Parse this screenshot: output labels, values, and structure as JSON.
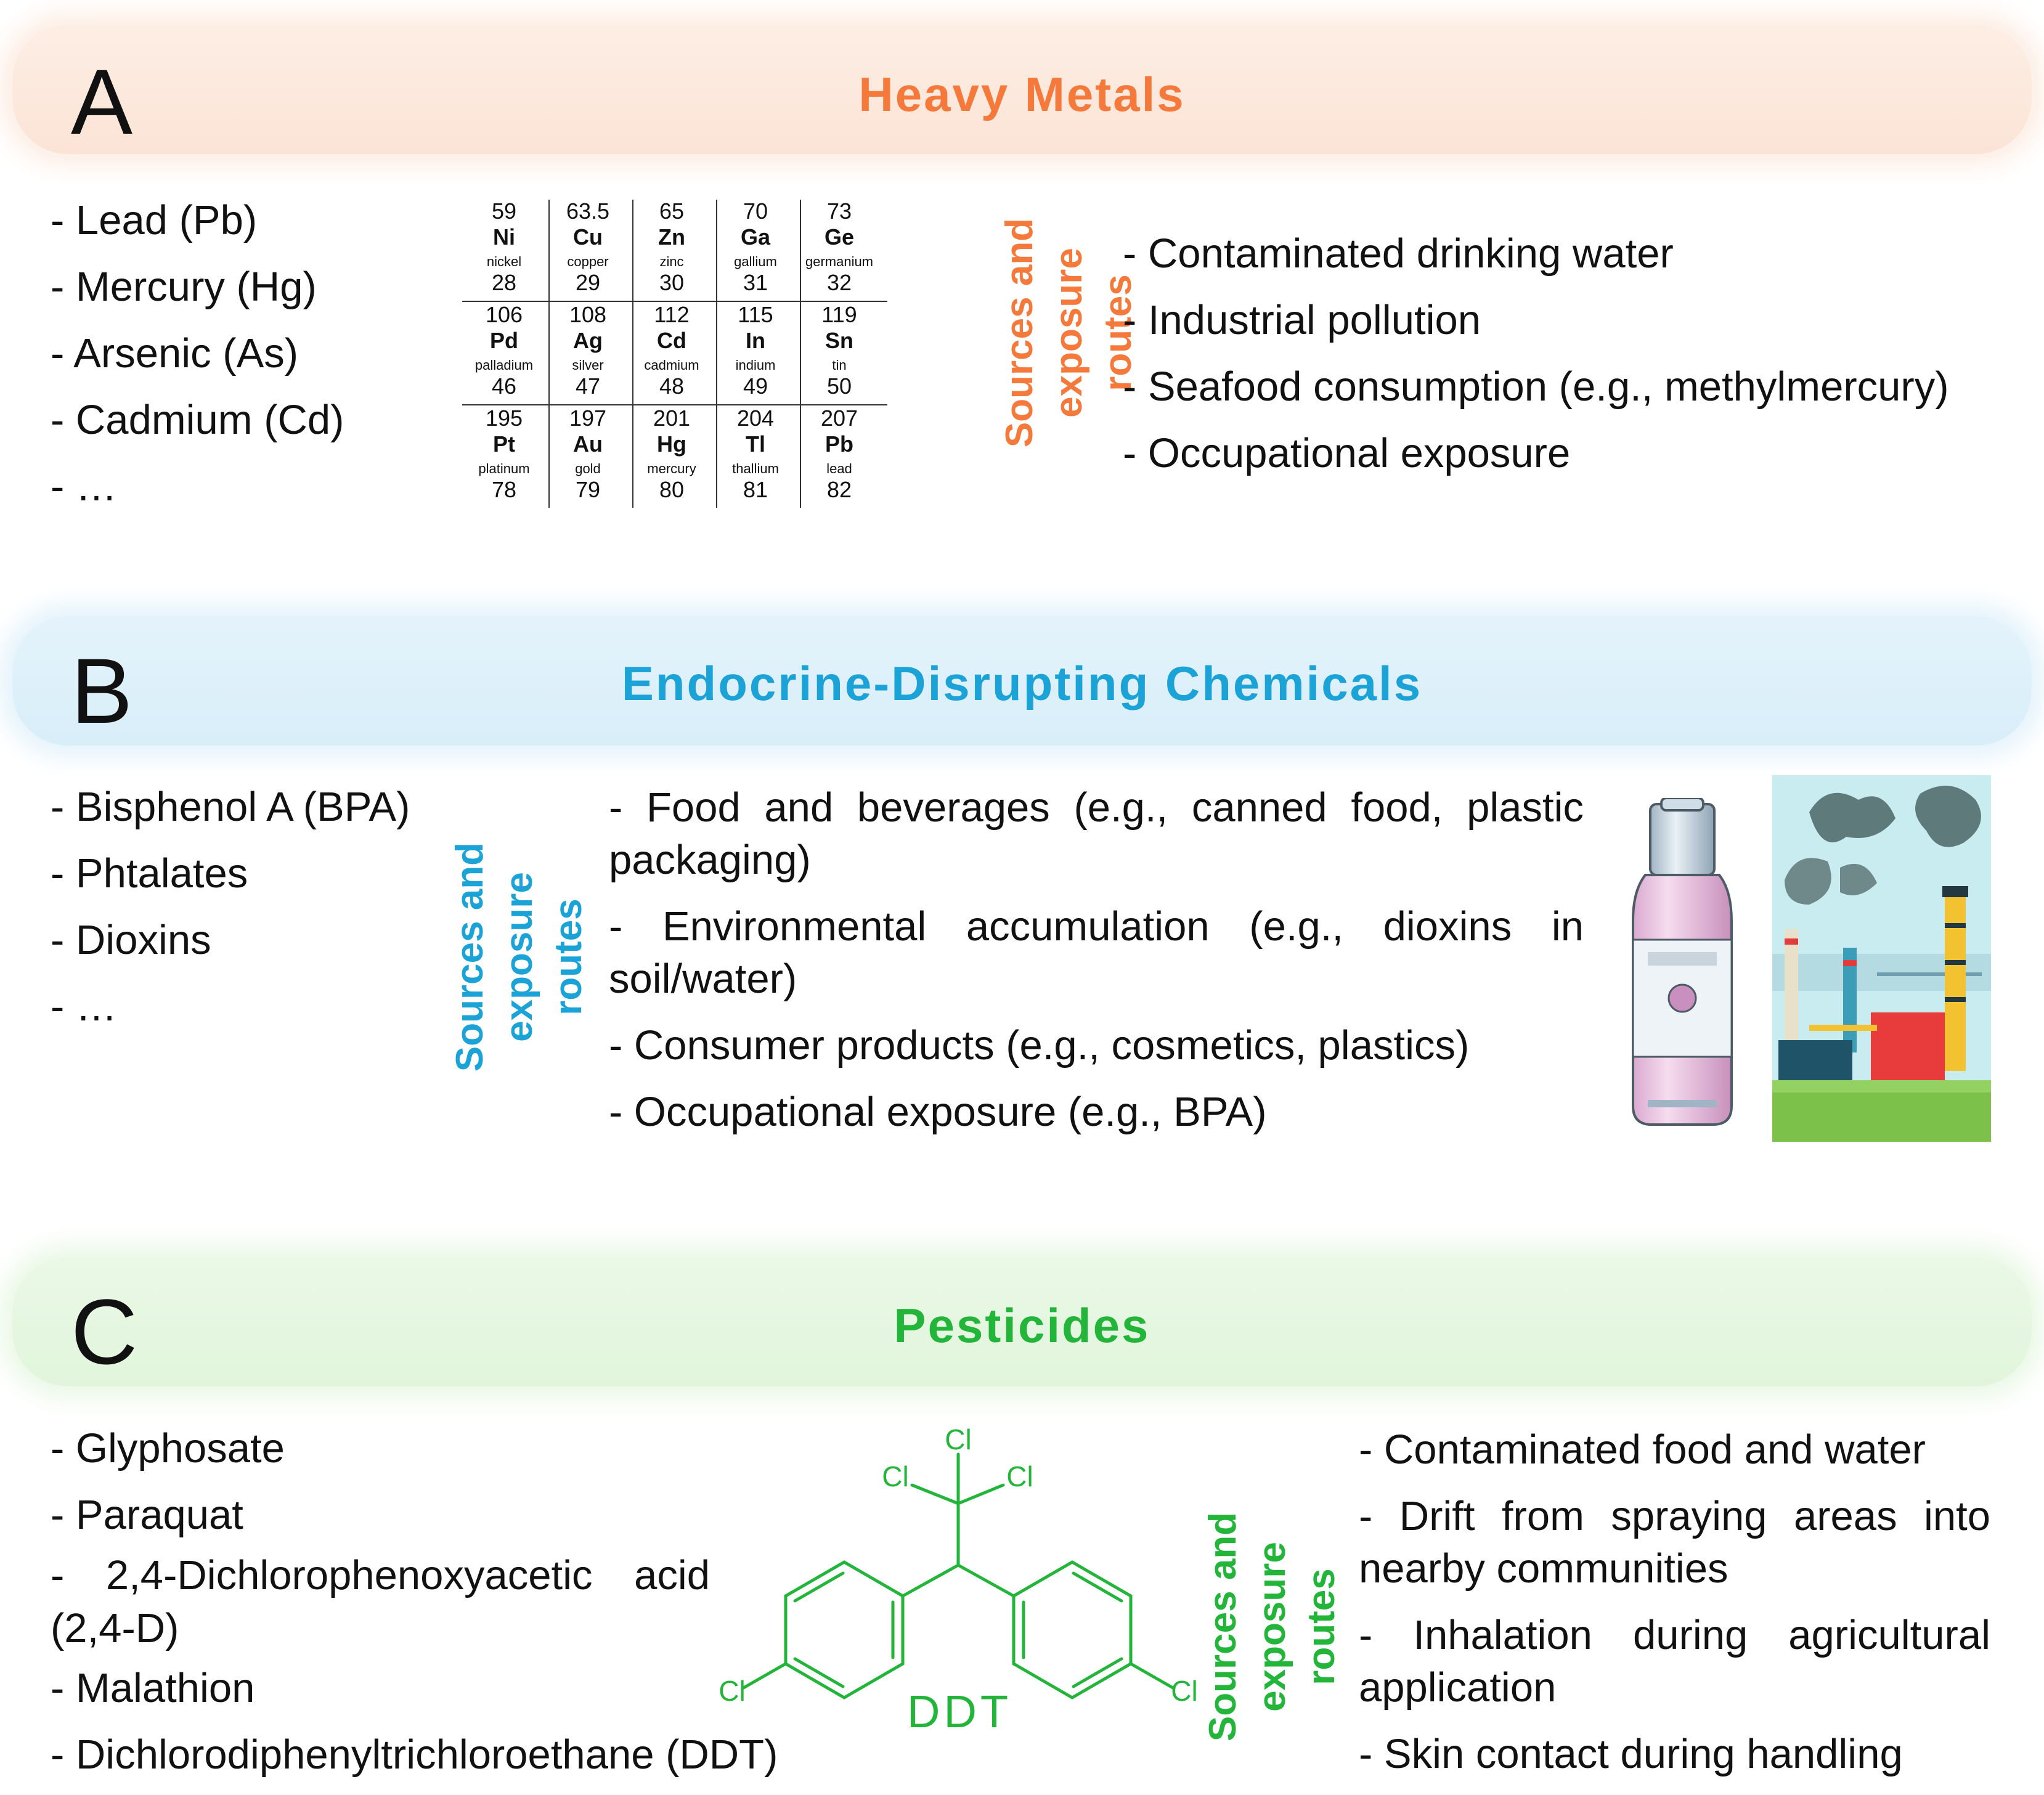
{
  "colors": {
    "heavy_metals": "#f5793a",
    "edc": "#1ba3d8",
    "pesticides": "#22b53a"
  },
  "panel_a": {
    "letter": "A",
    "title": "Heavy Metals",
    "items": [
      "- Lead (Pb)",
      "- Mercury (Hg)",
      "- Arsenic (As)",
      "- Cadmium (Cd)",
      "- …"
    ],
    "routes_label": [
      "Sources and",
      "exposure",
      "routes"
    ],
    "routes": [
      "- Contaminated drinking water",
      "- Industrial pollution",
      "- Seafood consumption (e.g., methylmercury)",
      "- Occupational exposure"
    ],
    "periodic_table": [
      [
        {
          "m": "59",
          "s": "Ni",
          "n": "nickel",
          "z": "28"
        },
        {
          "m": "63.5",
          "s": "Cu",
          "n": "copper",
          "z": "29"
        },
        {
          "m": "65",
          "s": "Zn",
          "n": "zinc",
          "z": "30"
        },
        {
          "m": "70",
          "s": "Ga",
          "n": "gallium",
          "z": "31"
        },
        {
          "m": "73",
          "s": "Ge",
          "n": "germanium",
          "z": "32"
        }
      ],
      [
        {
          "m": "106",
          "s": "Pd",
          "n": "palladium",
          "z": "46"
        },
        {
          "m": "108",
          "s": "Ag",
          "n": "silver",
          "z": "47"
        },
        {
          "m": "112",
          "s": "Cd",
          "n": "cadmium",
          "z": "48"
        },
        {
          "m": "115",
          "s": "In",
          "n": "indium",
          "z": "49"
        },
        {
          "m": "119",
          "s": "Sn",
          "n": "tin",
          "z": "50"
        }
      ],
      [
        {
          "m": "195",
          "s": "Pt",
          "n": "platinum",
          "z": "78"
        },
        {
          "m": "197",
          "s": "Au",
          "n": "gold",
          "z": "79"
        },
        {
          "m": "201",
          "s": "Hg",
          "n": "mercury",
          "z": "80"
        },
        {
          "m": "204",
          "s": "Tl",
          "n": "thallium",
          "z": "81"
        },
        {
          "m": "207",
          "s": "Pb",
          "n": "lead",
          "z": "82"
        }
      ]
    ]
  },
  "panel_b": {
    "letter": "B",
    "title": "Endocrine-Disrupting Chemicals",
    "items": [
      "- Bisphenol A (BPA)",
      "- Phtalates",
      "- Dioxins",
      "- …"
    ],
    "routes_label": [
      "Sources and",
      "exposure",
      "routes"
    ],
    "routes": [
      "- Food and beverages (e.g., canned food, plastic packaging)",
      "- Environmental accumulation (e.g., dioxins in soil/water)",
      "- Consumer products (e.g., cosmetics, plastics)",
      "- Occupational exposure (e.g., BPA)"
    ]
  },
  "panel_c": {
    "letter": "C",
    "title": "Pesticides",
    "items": [
      "- Glyphosate",
      "- Paraquat",
      "-   2,4-Dichlorophenoxyacetic acid (2,4-D)",
      "- Malathion",
      "- Dichlorodiphenyltrichloroethane (DDT)"
    ],
    "ddt": {
      "label": "DDT",
      "atom": "Cl"
    },
    "routes_label": [
      "Sources and",
      "exposure",
      "routes"
    ],
    "routes": [
      "- Contaminated food and water",
      "- Drift from spraying areas into nearby communities",
      "- Inhalation during agricultural application",
      "- Skin contact during handling"
    ]
  }
}
